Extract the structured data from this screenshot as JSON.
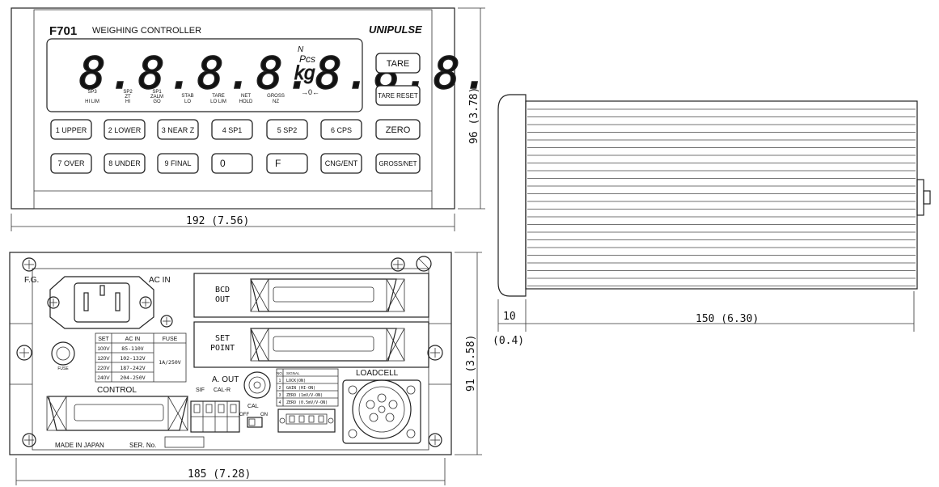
{
  "front_panel": {
    "model": "F701",
    "title": "WEIGHING CONTROLLER",
    "brand": "UNIPULSE",
    "display_digits": "8.8.8.8.8.8.8.",
    "unit_top": "N",
    "unit_mid": "Pcs",
    "unit_main": "kg",
    "annunciators": [
      {
        "top": "SP3",
        "bottom": "HI LIM"
      },
      {
        "top": "SP2",
        "mid": "ZT",
        "bottom": "HI"
      },
      {
        "top": "SP1",
        "mid": "ZALM",
        "bottom": "GO"
      },
      {
        "top": "STAB",
        "bottom": "LO"
      },
      {
        "top": "TARE",
        "bottom": "LO LIM"
      },
      {
        "top": "NET",
        "bottom": "HOLD"
      },
      {
        "top": "GROSS",
        "bottom": "NZ"
      }
    ],
    "side_buttons": [
      "TARE",
      "TARE RESET",
      "ZERO",
      "GROSS/NET"
    ],
    "keys_row1": [
      "1 UPPER",
      "2 LOWER",
      "3 NEAR Z",
      "4 SP1",
      "5 SP2",
      "6 CPS"
    ],
    "keys_row2": [
      "7 OVER",
      "8 UNDER",
      "9 FINAL",
      "0",
      "F",
      "CNG/ENT"
    ]
  },
  "rear_panel": {
    "fg": "F.G.",
    "ac_in": "AC IN",
    "bcd_out": [
      "BCD",
      "OUT"
    ],
    "set_point": [
      "SET",
      "POINT"
    ],
    "fuse": "FUSE",
    "voltage_table": {
      "headers": [
        "SET",
        "AC IN",
        "FUSE"
      ],
      "rows": [
        [
          "100V",
          "85-110V"
        ],
        [
          "120V",
          "102-132V"
        ],
        [
          "220V",
          "187-242V"
        ],
        [
          "240V",
          "204-250V"
        ]
      ],
      "fuse_value": "1A/250V"
    },
    "a_out": "A. OUT",
    "loadcell": "LOADCELL",
    "control": "CONTROL",
    "sif": "SIF",
    "cal_r": "CAL-R",
    "cal": "CAL",
    "cal_off": "OFF",
    "cal_on": "ON",
    "signal_table": {
      "headers": [
        "NO.",
        "SIGNAL"
      ],
      "rows": [
        [
          "1",
          "LOCK(ON)"
        ],
        [
          "2",
          "GAIN (HI-ON)"
        ],
        [
          "3",
          "ZERO (1mV/V-ON)"
        ],
        [
          "4",
          "ZERO (0.5mV/V-ON)"
        ]
      ]
    },
    "made_in": "MADE IN JAPAN",
    "serial": "SER. No."
  },
  "dimensions": {
    "front_width": "192 (7.56)",
    "front_height": "96 (3.78)",
    "rear_width": "185 (7.28)",
    "rear_height": "91 (3.58)",
    "side_depth": "150 (6.30)",
    "side_bezel": "10",
    "side_bezel_inch": "(0.4)"
  }
}
